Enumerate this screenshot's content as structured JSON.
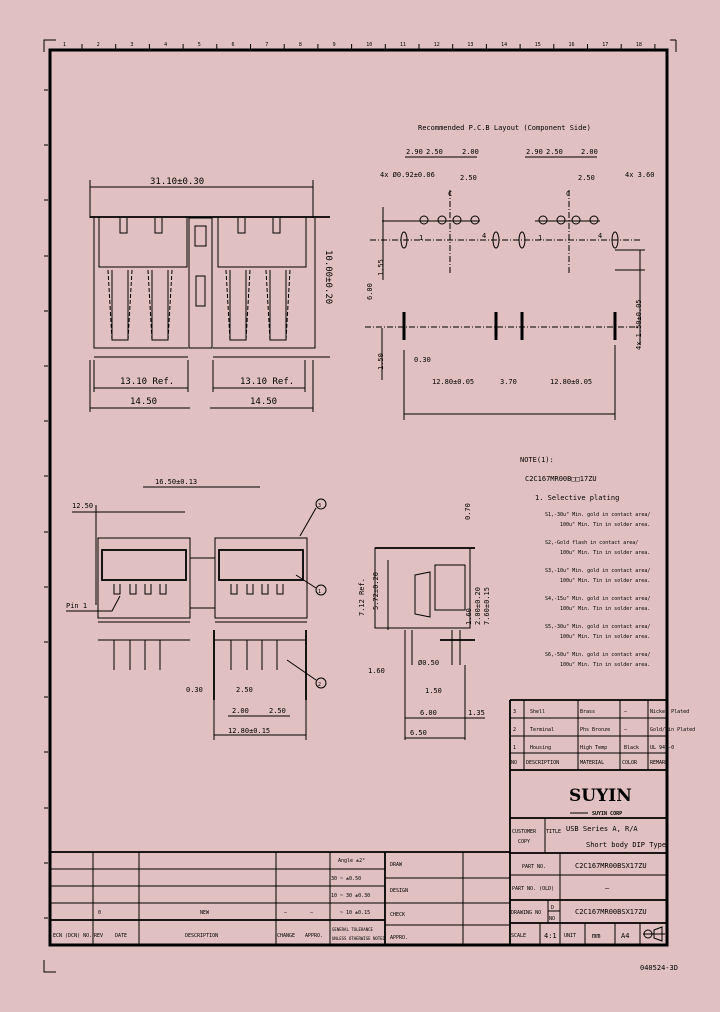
{
  "ruler_numbers": [
    "1",
    "2",
    "3",
    "4",
    "5",
    "6",
    "7",
    "8",
    "9",
    "10",
    "11",
    "12",
    "13",
    "14",
    "15",
    "16",
    "17",
    "18"
  ],
  "front_view": {
    "overall_width": "31.10±0.30",
    "height": "10.00±0.20",
    "ref_left": "13.10 Ref.",
    "ref_right": "13.10 Ref.",
    "half_left": "14.50",
    "half_right": "14.50"
  },
  "pcb_layout": {
    "title": "Recommended P.C.B Layout (Component Side)",
    "hole_spec": "4x Ø0.92±0.06",
    "peg_spec": "4x 3.60",
    "left_pitch": [
      "2.90",
      "2.50",
      "2.00"
    ],
    "left_pitch_sub": "2.50",
    "right_pitch": [
      "2.90",
      "2.50",
      "2.00"
    ],
    "right_pitch_sub": "2.50",
    "center_mark": "C",
    "pin_labels": [
      "1",
      "4",
      "1",
      "4"
    ],
    "row_offset": "6.00",
    "row_offset_small": "1.55",
    "bottom_offset": "1.50",
    "slot_width": "0.30",
    "span_left": "12.80±0.05",
    "span_gap": "3.70",
    "span_right": "12.80±0.05",
    "slot_spec": "4x 1.50±0.05"
  },
  "bottom_view": {
    "width": "16.50±0.13",
    "offset": "12.50",
    "pin1": "Pin 1",
    "callouts": [
      "3",
      "1",
      "2"
    ],
    "slot": "0.30",
    "pitch_a": "2.50",
    "pitch_b": "2.00",
    "pitch_c": "2.50",
    "span": "12.80±0.15"
  },
  "side_view": {
    "top": "0.70",
    "ref": "7.12 Ref.",
    "h1": "5.72±0.20",
    "h2": "1.60",
    "h3": "2.00±0.20",
    "h4": "7.60±0.15",
    "pin_dia": "Ø0.50",
    "w1": "1.60",
    "w2": "1.50",
    "w3": "6.00",
    "w4": "1.35",
    "w5": "6.50"
  },
  "notes": {
    "heading": "NOTE(1):",
    "code": "C2C167MR00B□□17ZU",
    "item": "1. Selective plating",
    "lines": [
      [
        "S1,-30u\" Min. gold in contact area/",
        "100u\" Min. Tin in solder area."
      ],
      [
        "S2,-Gold flash in contact area/",
        "100u\" Min. Tin in solder area."
      ],
      [
        "S3,-10u\" Min. gold in contact area/",
        "100u\" Min. Tin in solder area."
      ],
      [
        "S4,-15u\" Min. gold in contact area/",
        "100u\" Min. Tin in solder area."
      ],
      [
        "S5,-30u\" Min. gold in contact area/",
        "100u\" Min. Tin in solder area."
      ],
      [
        "S6,-50u\" Min. gold in contact area/",
        "100u\" Min. Tin in solder area."
      ]
    ]
  },
  "parts_table": {
    "headers": [
      "NO",
      "DESCRIPTION",
      "MATERIAL",
      "COLOR",
      "REMARK"
    ],
    "rows": [
      {
        "no": "3",
        "description": "Shell",
        "material": "Brass",
        "color": "—",
        "remark": "Nickel Plated"
      },
      {
        "no": "2",
        "description": "Terminal",
        "material": "Phs Bronze",
        "color": "—",
        "remark": "Gold/Tin Plated"
      },
      {
        "no": "1",
        "description": "Housing",
        "material": "High Temp",
        "color": "Black",
        "remark": "UL 94V-0"
      }
    ]
  },
  "title_block": {
    "logo": "SUYIN",
    "logo_sub": "SUYIN CORP",
    "customer_label_1": "CUSTOMER",
    "customer_label_2": "COPY",
    "title_label": "TITLE",
    "title_line1": "USB Series A, R/A",
    "title_line2": "Short body DIP Type",
    "part_no_label": "PART NO.",
    "part_no": "C2C167MR00BSX17ZU",
    "part_no_old_label": "PART NO. (OLD)",
    "part_no_old": "—",
    "drawing_no_label": "DRAWING NO",
    "drawing_rev": "D",
    "drawing_rev_sub": "NO",
    "drawing_no": "C2C167MR00BSX17ZU",
    "scale_label": "SCALE",
    "scale": "4:1",
    "unit_label": "UNIT",
    "unit": "mm",
    "size": "A4"
  },
  "revision_table": {
    "headers": [
      "ECN (DCN) NO.",
      "REV",
      "DATE",
      "DESCRIPTION",
      "CHANGE",
      "APPRO."
    ],
    "rev_row": {
      "rev": "0",
      "description": "NEW",
      "change": "—",
      "appro": "—"
    },
    "tolerances": [
      "Angle  ±2°",
      "30 ~    ±0.50",
      "10 ~ 30 ±0.30",
      "~ 10 ±0.15"
    ],
    "tolerance_note_1": "GENERAL TOLERANCE",
    "tolerance_note_2": "UNLESS OTHERWISE NOTED",
    "signoffs": [
      "DRAW",
      "DESIGN",
      "CHECK",
      "APPRO."
    ]
  },
  "footer_code": "040524-3D"
}
